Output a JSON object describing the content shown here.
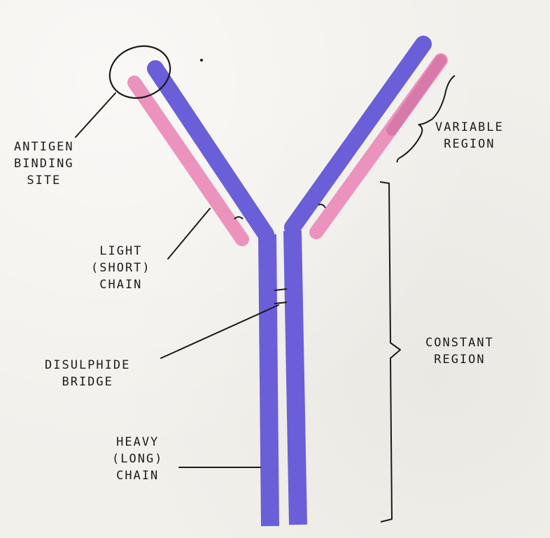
{
  "diagram": {
    "labels": {
      "antigen_binding_site": [
        "ANTIGEN",
        "BINDING",
        "SITE"
      ],
      "variable_region": [
        "VARIABLE",
        "REGION"
      ],
      "light_chain": [
        "LIGHT",
        "(SHORT)",
        "CHAIN"
      ],
      "constant_region": [
        "CONSTANT",
        "REGION"
      ],
      "disulphide_bridge": [
        "DISULPHIDE",
        "BRIDGE"
      ],
      "heavy_chain": [
        "HEAVY",
        "(LONG)",
        "CHAIN"
      ]
    },
    "colors": {
      "heavy_chain": "#6a5fd8",
      "light_chain": "#ec93bd",
      "ink": "#1b1b1b",
      "paper": "#f2f0eb"
    }
  }
}
